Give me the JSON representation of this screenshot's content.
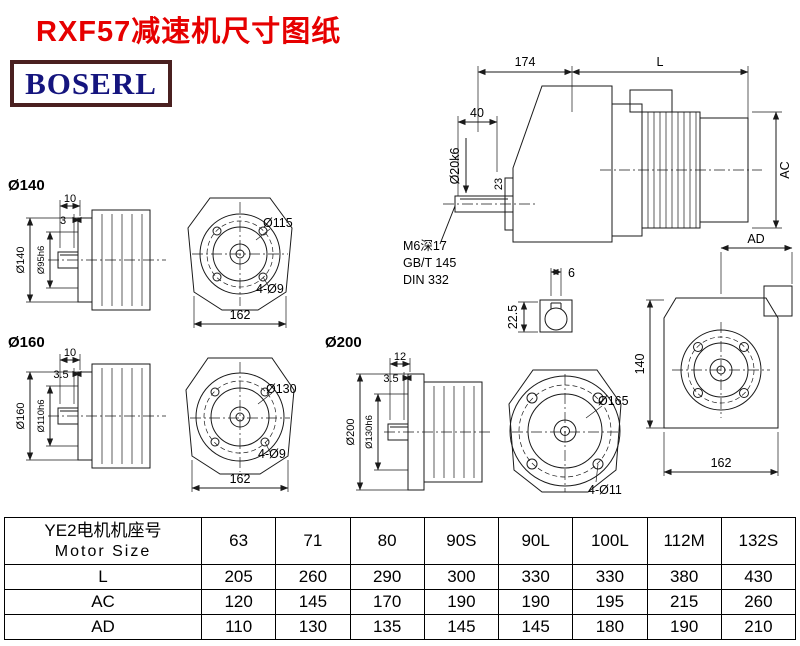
{
  "page": {
    "title": "RXF57减速机尺寸图纸",
    "logo": "BOSERL",
    "colors": {
      "title_red": "#e60000",
      "logo_blue": "#15157e",
      "logo_border": "#4a2020",
      "line": "#1a1a1a"
    }
  },
  "views": {
    "main_side": {
      "dim_width_reducer": "174",
      "dim_motor_length": "L",
      "dim_shaft_length": "40",
      "shaft_dia": "Ø20k6",
      "dim_hub": "23",
      "dim_motor_height": "AC",
      "tap_note_line1": "M6深17",
      "tap_note_line2": "GB/T 145",
      "tap_note_line3": "DIN 332",
      "key_width": "6",
      "key_height": "22.5"
    },
    "output_front": {
      "dim_ad": "AD",
      "dim_height": "140",
      "dim_width": "162"
    },
    "flange_140": {
      "title": "Ø140",
      "dim_flange_thickness": "10",
      "dim_spigot_depth": "3",
      "dim_flange_dia": "Ø140",
      "dim_spigot_dia": "Ø95h6",
      "dim_bolt_circle": "Ø115",
      "dim_holes": "4-Ø9",
      "dim_width": "162"
    },
    "flange_160": {
      "title": "Ø160",
      "dim_flange_thickness": "10",
      "dim_spigot_depth": "3.5",
      "dim_flange_dia": "Ø160",
      "dim_spigot_dia": "Ø110h6",
      "dim_bolt_circle": "Ø130",
      "dim_holes": "4-Ø9",
      "dim_width": "162"
    },
    "flange_200": {
      "title": "Ø200",
      "dim_flange_thickness": "12",
      "dim_spigot_depth": "3.5",
      "dim_flange_dia": "Ø200",
      "dim_spigot_dia": "Ø130h6",
      "dim_bolt_circle": "Ø165",
      "dim_holes": "4-Ø11"
    }
  },
  "table": {
    "header_cn": "YE2电机机座号",
    "header_en": "Motor Size",
    "sizes": [
      "63",
      "71",
      "80",
      "90S",
      "90L",
      "100L",
      "112M",
      "132S"
    ],
    "rows": [
      {
        "label": "L",
        "values": [
          "205",
          "260",
          "290",
          "300",
          "330",
          "330",
          "380",
          "430"
        ]
      },
      {
        "label": "AC",
        "values": [
          "120",
          "145",
          "170",
          "190",
          "190",
          "195",
          "215",
          "260"
        ]
      },
      {
        "label": "AD",
        "values": [
          "110",
          "130",
          "135",
          "145",
          "145",
          "180",
          "190",
          "210"
        ]
      }
    ]
  }
}
